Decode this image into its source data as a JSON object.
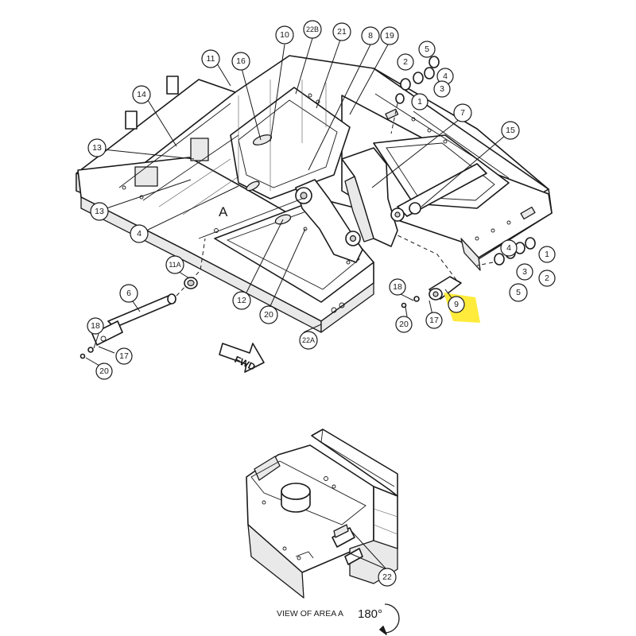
{
  "highlight_color": "#ffeb3b",
  "callouts": [
    {
      "id": "c-10",
      "label": "10"
    },
    {
      "id": "c-22b",
      "label": "22B"
    },
    {
      "id": "c-21",
      "label": "21"
    },
    {
      "id": "c-8",
      "label": "8"
    },
    {
      "id": "c-19",
      "label": "19"
    },
    {
      "id": "c-5-top",
      "label": "5"
    },
    {
      "id": "c-2-top",
      "label": "2"
    },
    {
      "id": "c-4-top",
      "label": "4"
    },
    {
      "id": "c-3-top",
      "label": "3"
    },
    {
      "id": "c-1-top",
      "label": "1"
    },
    {
      "id": "c-11",
      "label": "11"
    },
    {
      "id": "c-16",
      "label": "16"
    },
    {
      "id": "c-14",
      "label": "14"
    },
    {
      "id": "c-7",
      "label": "7"
    },
    {
      "id": "c-15",
      "label": "15"
    },
    {
      "id": "c-13-top",
      "label": "13"
    },
    {
      "id": "c-13-bot",
      "label": "13"
    },
    {
      "id": "c-4-left",
      "label": "4"
    },
    {
      "id": "c-4-right",
      "label": "4"
    },
    {
      "id": "c-1-right",
      "label": "1"
    },
    {
      "id": "c-3-right",
      "label": "3"
    },
    {
      "id": "c-2-right",
      "label": "2"
    },
    {
      "id": "c-5-right",
      "label": "5"
    },
    {
      "id": "c-11a",
      "label": "11A"
    },
    {
      "id": "c-6",
      "label": "6"
    },
    {
      "id": "c-12",
      "label": "12"
    },
    {
      "id": "c-20-mid",
      "label": "20"
    },
    {
      "id": "c-22a",
      "label": "22A"
    },
    {
      "id": "c-18-right",
      "label": "18"
    },
    {
      "id": "c-20-right",
      "label": "20"
    },
    {
      "id": "c-17-right",
      "label": "17"
    },
    {
      "id": "c-9",
      "label": "9"
    },
    {
      "id": "c-18-left",
      "label": "18"
    },
    {
      "id": "c-17-left",
      "label": "17"
    },
    {
      "id": "c-20-left",
      "label": "20"
    },
    {
      "id": "c-22",
      "label": "22"
    }
  ],
  "area_marker": "A",
  "fwd_label": "FWD",
  "view_caption": "VIEW OF AREA A",
  "rotation_label": "180°"
}
